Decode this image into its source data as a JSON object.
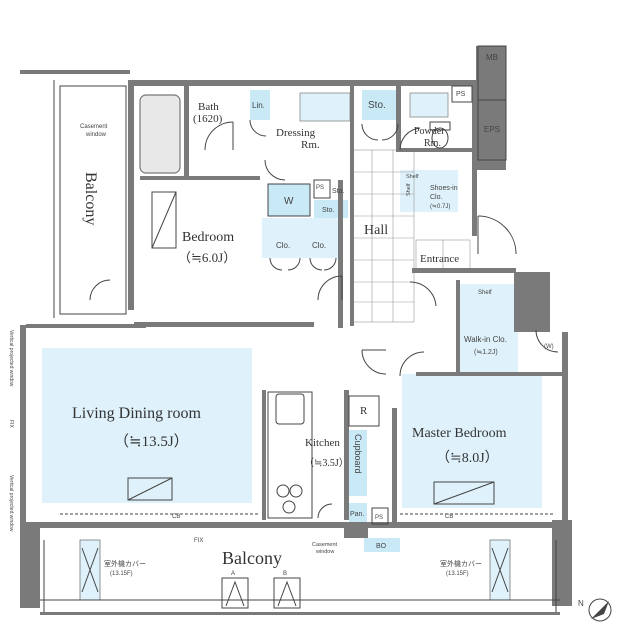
{
  "colors": {
    "wall": "#7a7a7a",
    "wall_dark": "#5f5f5f",
    "room_fill": "#dff2fb",
    "room_deep": "#c9e9f7",
    "fixture_blue": "#b8e0f4",
    "line": "#444444",
    "grid": "#9a9a9a"
  },
  "labels": {
    "mb": "MB",
    "eps": "EPS",
    "ps_top": "PS",
    "bath": "Bath",
    "bath_size": "(1620)",
    "lin": "Lin.",
    "dressing": "Dressing",
    "dressing2": "Rm.",
    "sto_top": "Sto.",
    "powder": "Powder",
    "powder2": "Rm.",
    "casement_left": "Casement",
    "casement_left2": "window",
    "balcony_left": "Balcony",
    "bedroom": "Bedroom",
    "bedroom_size": "（≒6.0J）",
    "w": "W",
    "ps_mid": "PS",
    "sto_a": "Sto.",
    "sto_b": "Sto.",
    "clo_a": "Clo.",
    "clo_b": "Clo.",
    "shelf_a": "Shelf",
    "shoes_in": "Shoes-in",
    "shoes_clo": "Clo.",
    "shoes_size": "(≒0.7J)",
    "shelf_b": "Shelf",
    "hall": "Hall",
    "entrance": "Entrance",
    "shelf_c": "Shelf",
    "walkin": "Walk-in Clo.",
    "walkin_size": "(≒1.2J)",
    "w_small": "(W)",
    "vertical_left_top": "Vertical projected window",
    "fix_left": "FIX",
    "vertical_left_bottom": "Vertical projected window",
    "living": "Living Dining room",
    "living_size": "（≒13.5J）",
    "r": "R",
    "kitchen": "Kitchen",
    "kitchen_size": "（≒3.5J）",
    "cupboard": "Cupboard",
    "master": "Master Bedroom",
    "master_size": "（≒8.0J）",
    "pan": "Pan.",
    "ps_bottom": "PS",
    "cb_left": "CB",
    "cb_right": "CB",
    "fix_bottom": "FIX",
    "casement_bottom": "Casement",
    "casement_bottom2": "window",
    "bo": "BO",
    "balcony_bottom": "Balcony",
    "ac_left": "室外機カバー",
    "ac_left_size": "(13.15F)",
    "ac_right": "室外機カバー",
    "ac_right_size": "(13.15F)",
    "hatch_a": "A",
    "hatch_b": "B",
    "north": "N"
  }
}
